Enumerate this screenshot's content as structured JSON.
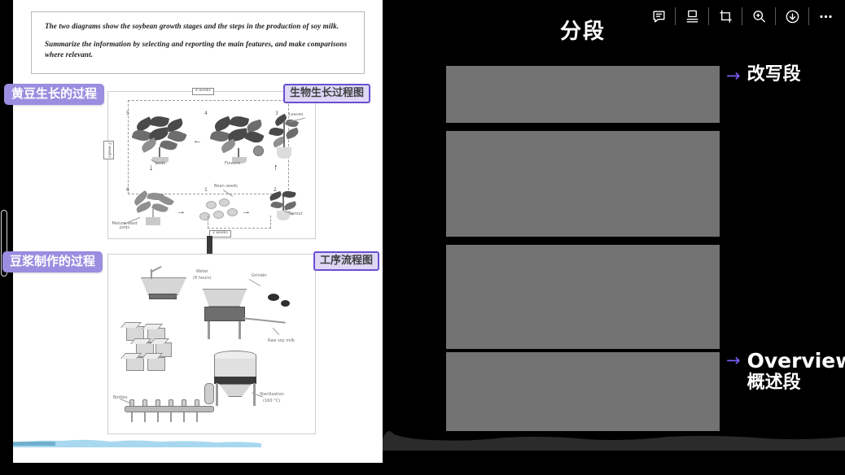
{
  "document": {
    "prompt_line_1": "The two diagrams show the soybean growth stages and the steps in the production of soy milk.",
    "prompt_line_2": "Summarize the information by selecting and reporting the main features, and make comparisons where relevant.",
    "growth_diagram": {
      "time_top": "4 weeks",
      "time_bottom": "2 weeks",
      "time_left": "2 weeks",
      "numbers": [
        "1",
        "2",
        "3",
        "4",
        "5",
        "6"
      ],
      "labels": {
        "bean_seeds": "Bean seeds",
        "sprout": "Sprout",
        "leaves": "Leaves",
        "flowers": "Flowers",
        "pods": "pods",
        "mature_seed_pods": "Mature seed pods"
      }
    },
    "process_diagram": {
      "labels": {
        "water": "Water",
        "water_time": "(8 hours)",
        "grinder": "Grinder",
        "raw_soy_milk": "Raw soy milk",
        "sterilization": "Sterilization",
        "sterilization_temp": "(160 °C)",
        "bottles": "Bottles"
      }
    }
  },
  "annotations": {
    "growth_process": "黄豆生长的过程",
    "bio_growth_chart": "生物生长过程图",
    "soy_milk_process": "豆浆制作的过程",
    "flow_chart": "工序流程图"
  },
  "board": {
    "title": "分段",
    "notes": {
      "rewrite_arrow": "→",
      "rewrite_label": "改写段",
      "overview_arrow": "→",
      "overview_label_en": "Overview",
      "overview_label_cn": "概述段"
    },
    "blocks": [
      "block-1",
      "block-2",
      "block-3",
      "block-4"
    ]
  },
  "toolbar": {
    "items": [
      {
        "name": "comment-icon",
        "label": "Comment"
      },
      {
        "name": "layout-view-icon",
        "label": "Layout"
      },
      {
        "name": "crop-icon",
        "label": "Crop"
      },
      {
        "name": "zoom-in-icon",
        "label": "Zoom in"
      },
      {
        "name": "download-icon",
        "label": "Download"
      },
      {
        "name": "more-options-icon",
        "label": "More"
      }
    ]
  },
  "colors": {
    "background": "#000000",
    "accent_purple": "#7b5cf0",
    "chip_solid": "#9b8de0",
    "chip_outline_border": "#6a4fd0",
    "chip_outline_fill": "#ded8f7",
    "placeholder_gray": "#737373",
    "document_white": "#ffffff",
    "waveform_blue": "#a8d8ef"
  }
}
